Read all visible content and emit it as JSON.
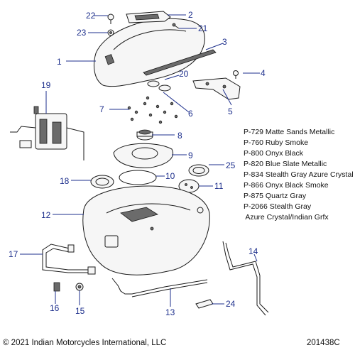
{
  "callouts": [
    "1",
    "2",
    "3",
    "4",
    "5",
    "6",
    "7",
    "8",
    "9",
    "10",
    "11",
    "12",
    "13",
    "14",
    "15",
    "16",
    "17",
    "18",
    "19",
    "20",
    "21",
    "22",
    "23",
    "24",
    "25"
  ],
  "legend": {
    "items": [
      "P-729 Matte Sands Metallic",
      "P-760 Ruby Smoke",
      "P-800 Onyx Black",
      "P-820 Blue Slate Metallic",
      "P-834 Stealth Gray Azure Crystal",
      "P-866 Onyx Black Smoke",
      "P-875 Quartz Gray",
      "P-2066 Stealth Gray",
      " Azure Crystal/Indian Grfx"
    ]
  },
  "footer": {
    "copyright": "© 2021 Indian Motorcycles International, LLC",
    "drawing_number": "201438C"
  }
}
